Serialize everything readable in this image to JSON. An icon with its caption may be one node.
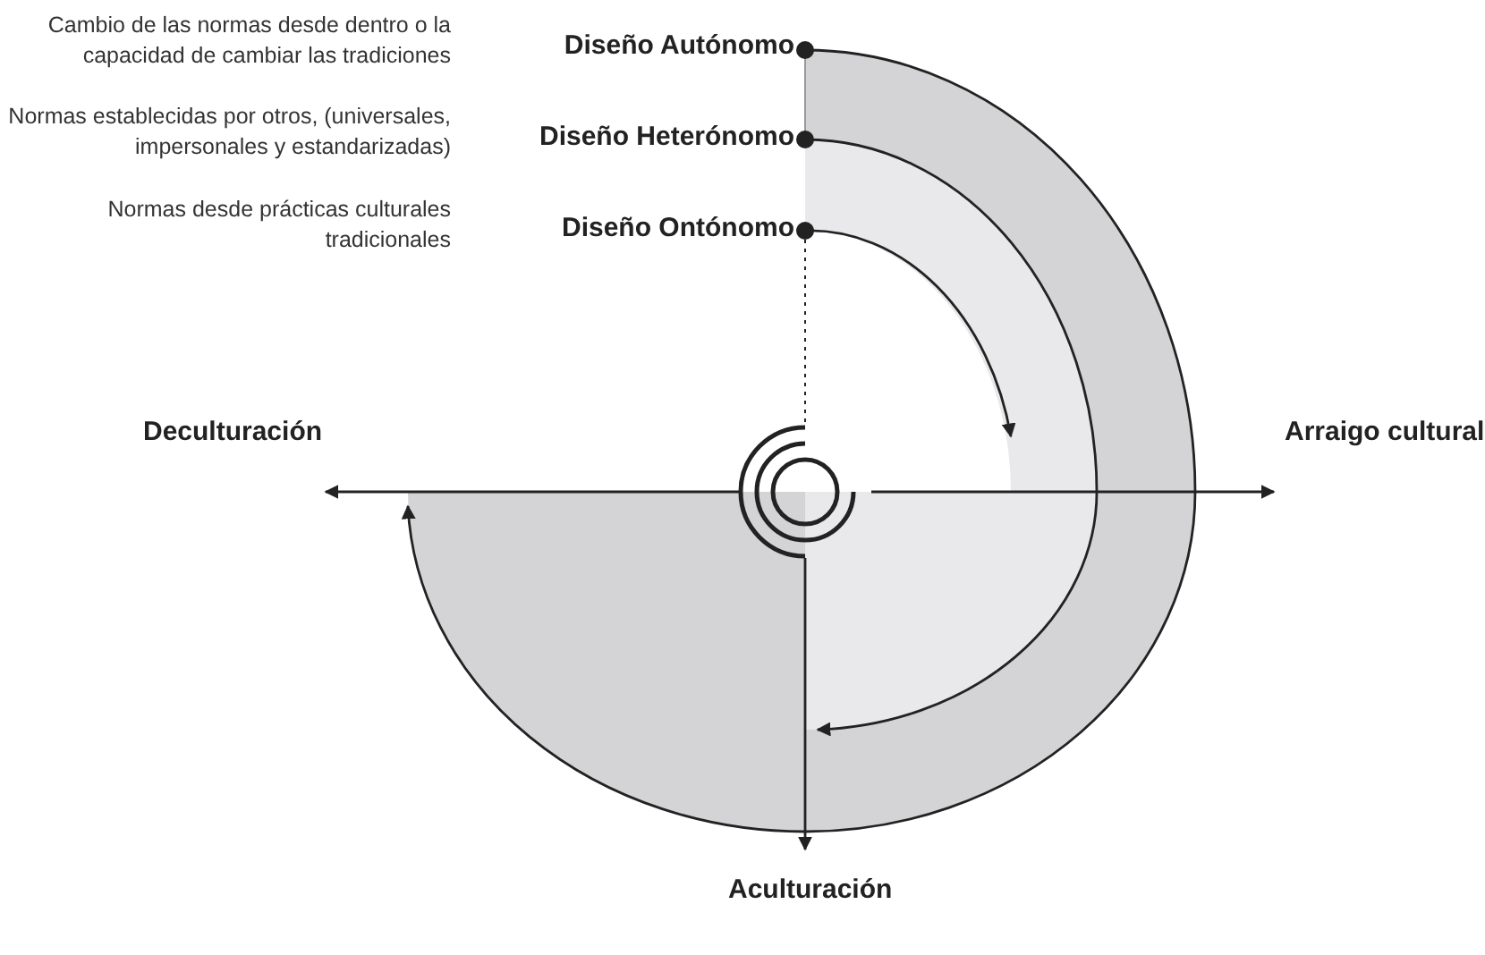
{
  "diagram": {
    "nodes": [
      {
        "text": [
          "Diseño Autónomo"
        ]
      },
      {
        "text": [
          "Diseño Heterónomo"
        ]
      },
      {
        "text": [
          "Diseño Ontónomo"
        ]
      },
      {
        "text": [
          "Deculturación"
        ]
      },
      {
        "text": [
          "Arraigo cultural"
        ]
      },
      {
        "text": [
          "Aculturación"
        ]
      },
      {
        "text": [],
        "shape": "spiral"
      }
    ],
    "edges": [
      {
        "from": 0,
        "to": null,
        "arrow": "to"
      },
      {
        "from": 1,
        "to": null,
        "arrow": "to"
      },
      {
        "from": 2,
        "to": null,
        "arrow": "to"
      },
      {
        "from": 6,
        "to": 3,
        "arrow": "to"
      },
      {
        "from": 6,
        "to": 4,
        "arrow": "to"
      },
      {
        "from": 6,
        "to": 5,
        "arrow": "to"
      },
      {
        "from": 2,
        "to": 6,
        "arrow": "none",
        "style": "dashed"
      }
    ],
    "labels": [
      "Cambio de las normas desde dentro o la capacidad de cambiar las tradiciones",
      "Normas establecidas por otros, (universales, impersonales y estandarizadas)",
      "Normas desde prácticas culturales tradicionales"
    ]
  }
}
